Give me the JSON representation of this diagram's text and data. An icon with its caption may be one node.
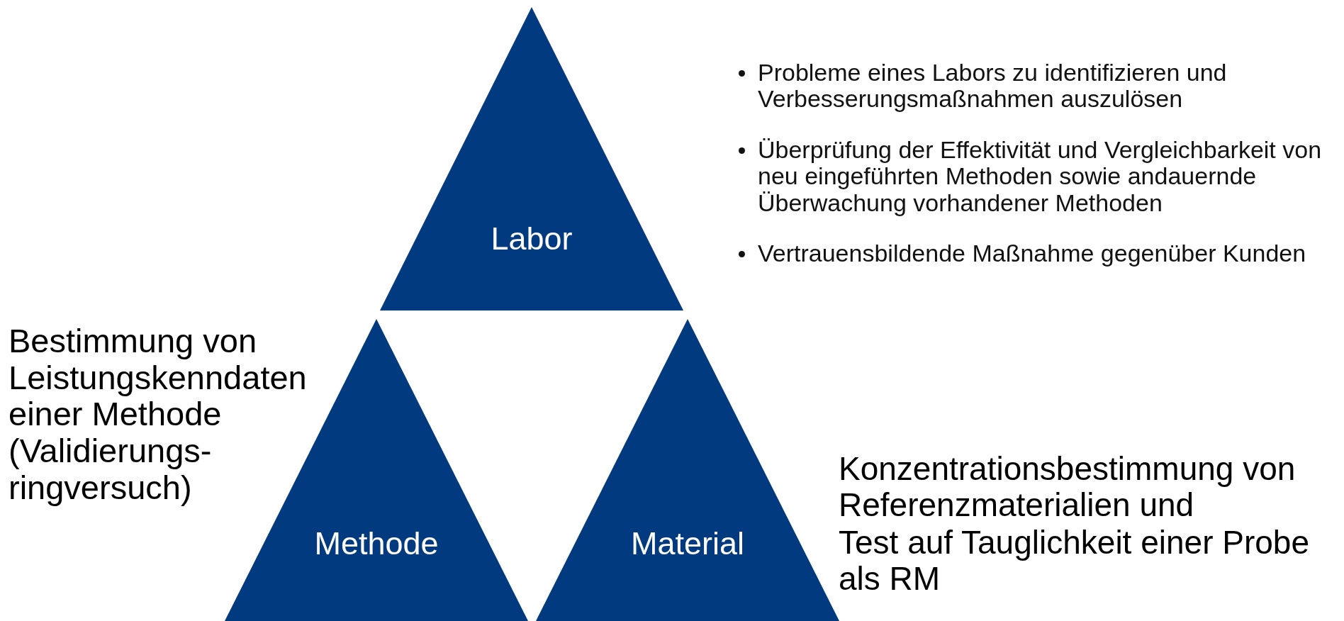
{
  "diagram": {
    "nodes": [
      {
        "text": [
          "Labor"
        ],
        "beside": [
          "Probleme eines Labors zu identifizieren und Verbesserungsmaßnahmen auszulösen",
          "Überprüfung der Effektivität und Vergleichbarkeit von neu eingeführten Methoden sowie andauernde Überwachung vorhandener Methoden",
          "Vertrauensbildende Maßnahme gegenüber Kunden"
        ]
      },
      {
        "text": [
          "Methode"
        ],
        "beside": [
          "Bestimmung von Leistungskenndaten einer Methode (Validierungs- ringversuch)"
        ]
      },
      {
        "text": [
          "Material"
        ],
        "beside": [
          "Konzentrationsbestimmung von Referenzmaterialien und",
          "Test auf Tauglichkeit einer Probe als RM"
        ]
      }
    ]
  }
}
